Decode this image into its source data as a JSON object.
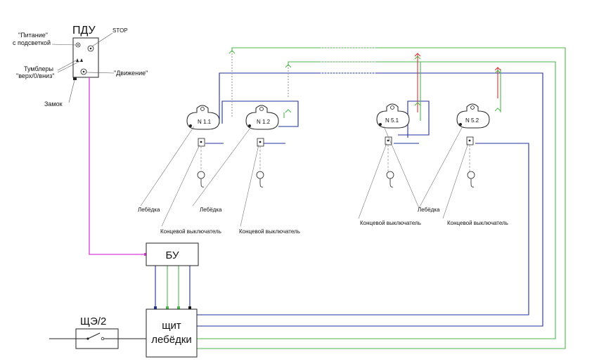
{
  "control_panel": {
    "title": "ПДУ",
    "power_label_1": "\"Питание\"",
    "power_label_2": "с подсветкой",
    "stop_label": "STOP",
    "toggles_label_1": "Тумблеры",
    "toggles_label_2": "\"верх/0/вниз\"",
    "motion_label": "\"Движение\"",
    "lock_label": "Замок"
  },
  "winches": [
    {
      "id": "N 1.1"
    },
    {
      "id": "N 1.2"
    },
    {
      "id": "N 5.1"
    },
    {
      "id": "N 5.2"
    }
  ],
  "labels": {
    "winch_1": "Лебёдка",
    "winch_2": "Лебёдка",
    "winch_3": "Лебёдка",
    "limit_switch_1": "Концевой выключатель",
    "limit_switch_2": "Концевой выключатель",
    "limit_switch_3": "Концевой выключатель",
    "limit_switch_4": "Концевой выключатель"
  },
  "control_unit": {
    "label": "БУ"
  },
  "power_panel": {
    "label_1": "ЩЭ/2"
  },
  "winch_panel": {
    "label_1": "щит",
    "label_2": "лебёдки"
  },
  "colors": {
    "blue": "#1f2f9e",
    "green": "#4cb848",
    "magenta": "#d63cd8",
    "red": "#d8323a",
    "gray": "#888888",
    "dark": "#222222"
  }
}
